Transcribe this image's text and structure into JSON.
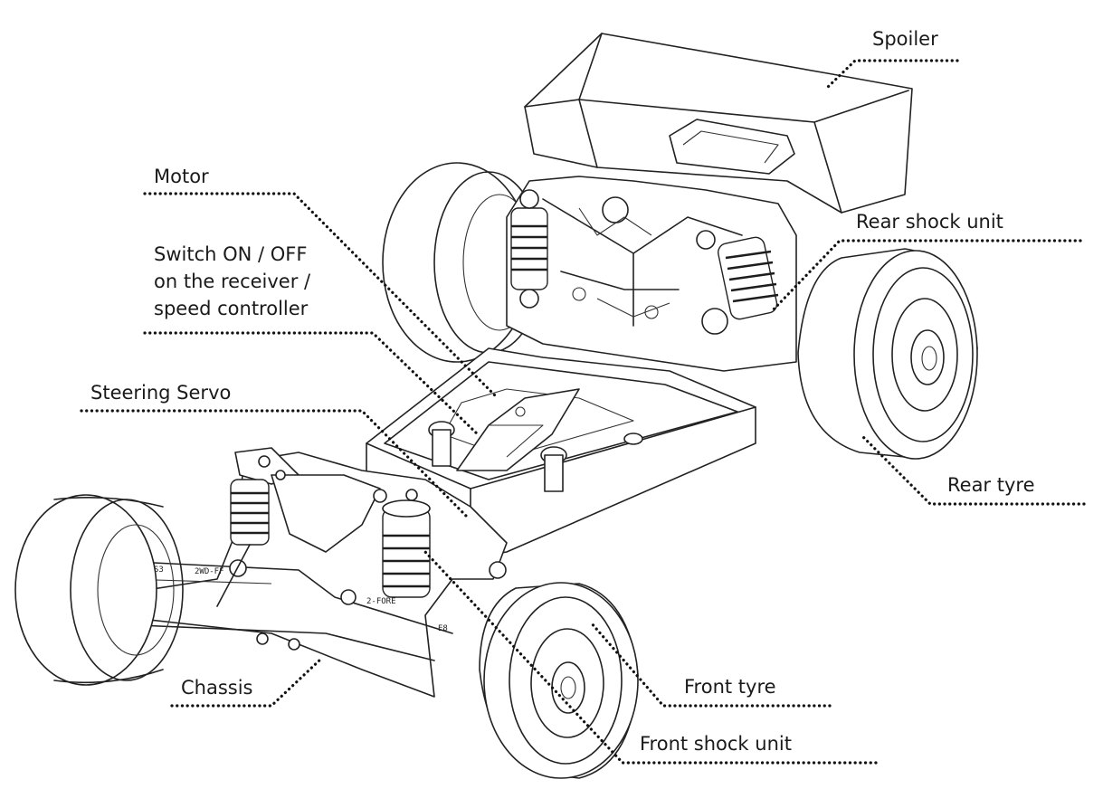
{
  "figure": {
    "labels": {
      "spoiler": "Spoiler",
      "motor": "Motor",
      "switch": "Switch ON / OFF on the receiver / speed controller",
      "rear_shock": "Rear shock unit",
      "steering_servo": "Steering Servo",
      "rear_tyre": "Rear tyre",
      "chassis": "Chassis",
      "front_tyre": "Front tyre",
      "front_shock": "Front shock unit"
    },
    "part_markings": {
      "arm_left": "S3",
      "arm_right": "2WD-FF",
      "arm_front": "2-FORE",
      "arm_small": "E8"
    }
  }
}
